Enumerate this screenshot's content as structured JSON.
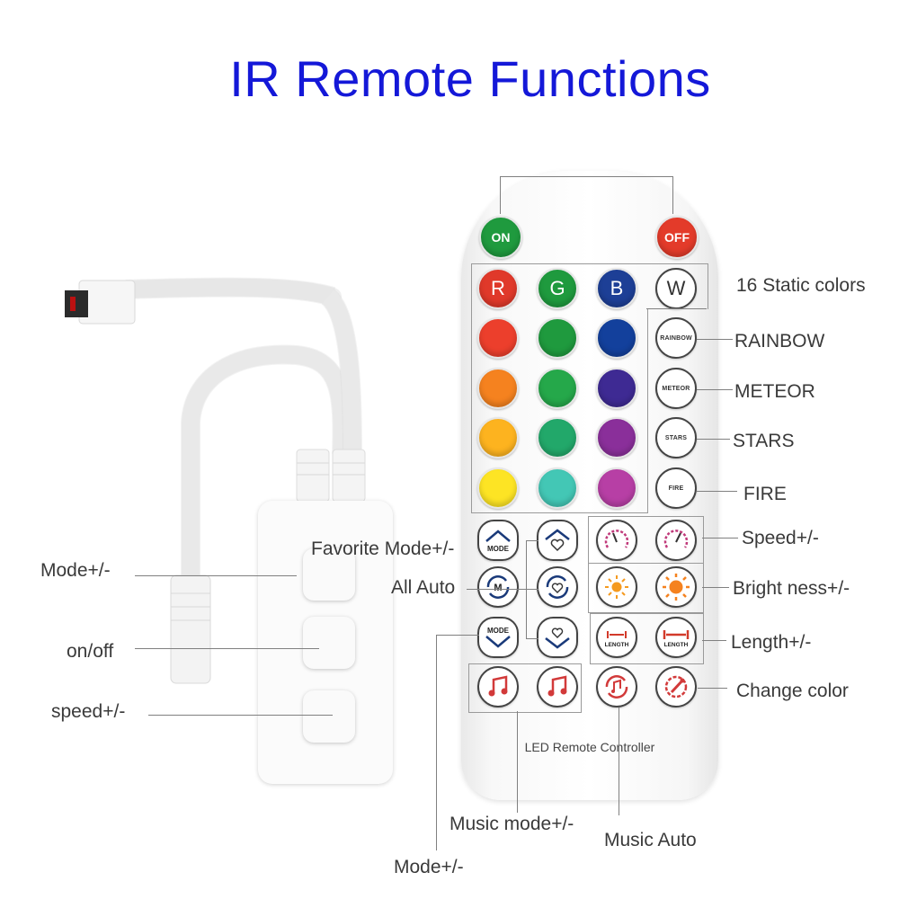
{
  "title": "IR Remote Functions",
  "labels": {
    "static_colors": "16 Static colors",
    "rainbow": "RAINBOW",
    "meteor": "METEOR",
    "stars": "STARS",
    "fire": "FIRE",
    "speed": "Speed+/-",
    "brightness": "Bright ness+/-",
    "length": "Length+/-",
    "change_color": "Change color",
    "favorite_mode": "Favorite Mode+/-",
    "all_auto": "All Auto",
    "music_mode": "Music mode+/-",
    "music_auto": "Music Auto",
    "mode_bottom": "Mode+/-",
    "ctrl_mode": "Mode+/-",
    "ctrl_onoff": "on/off",
    "ctrl_speed": "speed+/-"
  },
  "remote": {
    "on": "ON",
    "off": "OFF",
    "r": "R",
    "g": "G",
    "b": "B",
    "w": "W",
    "rainbow_btn": "RAINBOW",
    "meteor_btn": "METEOR",
    "stars_btn": "STARS",
    "fire_btn": "FIRE",
    "mode_btn": "MODE",
    "m_btn": "M",
    "mode_btn2": "MODE",
    "length_btn1": "LENGTH",
    "length_btn2": "LENGTH",
    "controller_text": "LED Remote Controller"
  },
  "colors": {
    "title": "#1418d8",
    "on": "#1f9a3e",
    "off": "#e33b2a",
    "r": "#e0392a",
    "g": "#1f9a3e",
    "b": "#1d3f96",
    "row2": [
      "#ec3f2c",
      "#1f9a3e",
      "#13409c"
    ],
    "row3": [
      "#f5821f",
      "#25a84a",
      "#3e2a93"
    ],
    "row4": [
      "#fdb31f",
      "#22a86a",
      "#8a2f9a"
    ],
    "row5": [
      "#fde424",
      "#43c7b5",
      "#b73fa5"
    ]
  }
}
